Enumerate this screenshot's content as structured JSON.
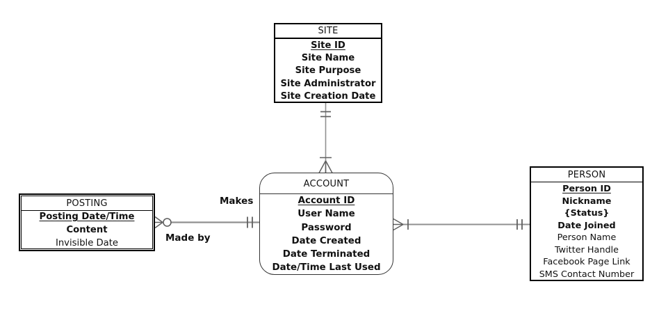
{
  "entities": {
    "site": {
      "name": "SITE",
      "attributes": [
        {
          "text": "Site ID",
          "bold": true,
          "underline": true
        },
        {
          "text": "Site Name",
          "bold": true
        },
        {
          "text": "Site Purpose",
          "bold": true
        },
        {
          "text": "Site Administrator",
          "bold": true
        },
        {
          "text": "Site Creation Date",
          "bold": true
        }
      ]
    },
    "account": {
      "name": "ACCOUNT",
      "attributes": [
        {
          "text": "Account ID",
          "bold": true,
          "underline": true
        },
        {
          "text": "User Name",
          "bold": true
        },
        {
          "text": "Password",
          "bold": true
        },
        {
          "text": "Date Created",
          "bold": true
        },
        {
          "text": "Date Terminated",
          "bold": true
        },
        {
          "text": "Date/Time Last Used",
          "bold": true
        }
      ]
    },
    "posting": {
      "name": "POSTING",
      "weak_entity": true,
      "attributes": [
        {
          "text": "Posting Date/Time",
          "bold": true,
          "underline": true
        },
        {
          "text": "Content",
          "bold": true
        },
        {
          "text": "Invisible Date",
          "bold": false
        }
      ]
    },
    "person": {
      "name": "PERSON",
      "attributes": [
        {
          "text": "Person ID",
          "bold": true,
          "underline": true
        },
        {
          "text": "Nickname",
          "bold": true
        },
        {
          "text": "{Status}",
          "bold": true
        },
        {
          "text": "Date Joined",
          "bold": true
        },
        {
          "text": "Person Name",
          "bold": false
        },
        {
          "text": "Twitter Handle",
          "bold": false
        },
        {
          "text": "Facebook Page Link",
          "bold": false
        },
        {
          "text": "SMS Contact Number",
          "bold": false
        }
      ]
    }
  },
  "relationships": {
    "posting_account": {
      "from": "POSTING",
      "to": "ACCOUNT",
      "label_top": "Makes",
      "label_bottom": "Made by",
      "from_cardinality": "zero-or-many",
      "to_cardinality": "one-and-only-one"
    },
    "site_account": {
      "from": "SITE",
      "to": "ACCOUNT",
      "from_cardinality": "one-and-only-one",
      "to_cardinality": "one-or-many"
    },
    "account_person": {
      "from": "ACCOUNT",
      "to": "PERSON",
      "from_cardinality": "one-or-many",
      "to_cardinality": "one-and-only-one"
    }
  },
  "colors": {
    "entity_border": "#000000",
    "line": "#909090",
    "symbol": "#5f5f5f",
    "text": "#111111",
    "background": "#ffffff"
  }
}
